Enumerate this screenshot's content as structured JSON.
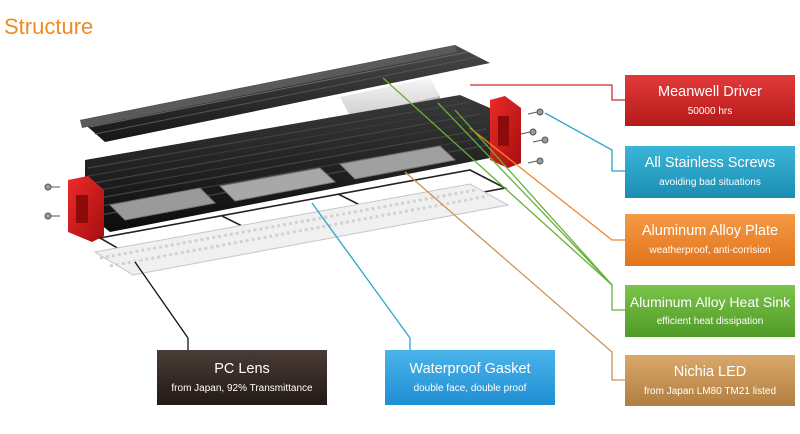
{
  "title": "Structure",
  "labels": {
    "meanwell": {
      "title": "Meanwell Driver",
      "sub": "50000 hrs",
      "color": "#d22a2a"
    },
    "screws": {
      "title": "All Stainless Screws",
      "sub": "avoiding bad situations",
      "color": "#2aa3cb"
    },
    "plate": {
      "title": "Aluminum Alloy Plate",
      "sub": "weatherproof, anti-corrision",
      "color": "#ee8630"
    },
    "heatsink": {
      "title": "Aluminum Alloy Heat Sink",
      "sub": "efficient heat dissipation",
      "color": "#66b036"
    },
    "led": {
      "title": "Nichia LED",
      "sub": "from Japan LM80 TM21 listed",
      "color": "#c99456"
    },
    "pclens": {
      "title": "PC Lens",
      "sub": "from Japan, 92% Transmittance",
      "color": "#3a2c27"
    },
    "gasket": {
      "title": "Waterproof Gasket",
      "sub": "double face, double proof",
      "color": "#33a2e0"
    }
  }
}
